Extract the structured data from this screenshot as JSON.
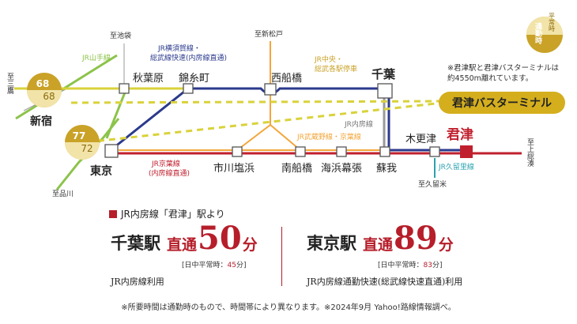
{
  "colors": {
    "navy": "#2b3a8c",
    "red": "#c0202e",
    "orange": "#f3a63a",
    "green": "#8cc34a",
    "gray": "#9a9a9a",
    "teal": "#2aa3b0",
    "gold": "#c9a227",
    "yellow": "#d9d23a",
    "accent_red": "#b61e2a"
  },
  "badge": {
    "top": "通勤時",
    "bottom": "平常時"
  },
  "directions": {
    "ikebukuro": "至池袋",
    "shinmatsudo": "至新松戸",
    "mitaka": "至三鷹",
    "shinagawa": "至品川",
    "kazusa": "至上総湊",
    "kururi": "至久留米"
  },
  "lines": {
    "yamanote": "JR山手線",
    "yokosuka": [
      "JR横須賀線・",
      "総武線快速(内房線直通)"
    ],
    "chuo": [
      "JR中央・",
      "総武各駅停車"
    ],
    "uchibo": "JR内房線",
    "musashino": "JR武蔵野線・京葉線",
    "keiyo": [
      "JR京葉線",
      "(内房線直通)"
    ],
    "kururi_line": "JR久留里線"
  },
  "stations": {
    "akihabara": "秋葉原",
    "kinshicho": "錦糸町",
    "nishifunabashi": "西船橋",
    "chiba": "千葉",
    "shinjuku": "新宿",
    "tokyo": "東京",
    "ichikawashiohama": "市川塩浜",
    "minamifunabashi": "南船橋",
    "kaihinmakuhari": "海浜幕張",
    "soga": "蘇我",
    "kisarazu": "木更津",
    "kimitsu": "君津"
  },
  "times": {
    "shinjuku": {
      "commute": "68",
      "normal": "68"
    },
    "tokyo": {
      "commute": "77",
      "normal": "72"
    }
  },
  "bus_terminal": "君津バスターミナル",
  "bus_note": [
    "※君津駅と君津バスターミナルは",
    "約4550m離れています。"
  ],
  "summary": {
    "heading": "JR内房線「君津」駅より",
    "chiba": {
      "station": "千葉駅",
      "direct": "直通",
      "minutes": "50",
      "unit": "分",
      "sub_pre": "[日中平常時：",
      "sub_val": "45",
      "sub_post": "分]",
      "note": "JR内房線利用"
    },
    "tokyo": {
      "station": "東京駅",
      "direct": "直通",
      "minutes": "89",
      "unit": "分",
      "sub_pre": "[日中平常時：",
      "sub_val": "83",
      "sub_post": "分]",
      "note": "JR内房線通勤快速(総武線快速直通)利用"
    }
  },
  "footnote": "※所要時間は通勤時のもので、時間帯により異なります。※2024年9月 Yahoo!路線情報調べ。"
}
